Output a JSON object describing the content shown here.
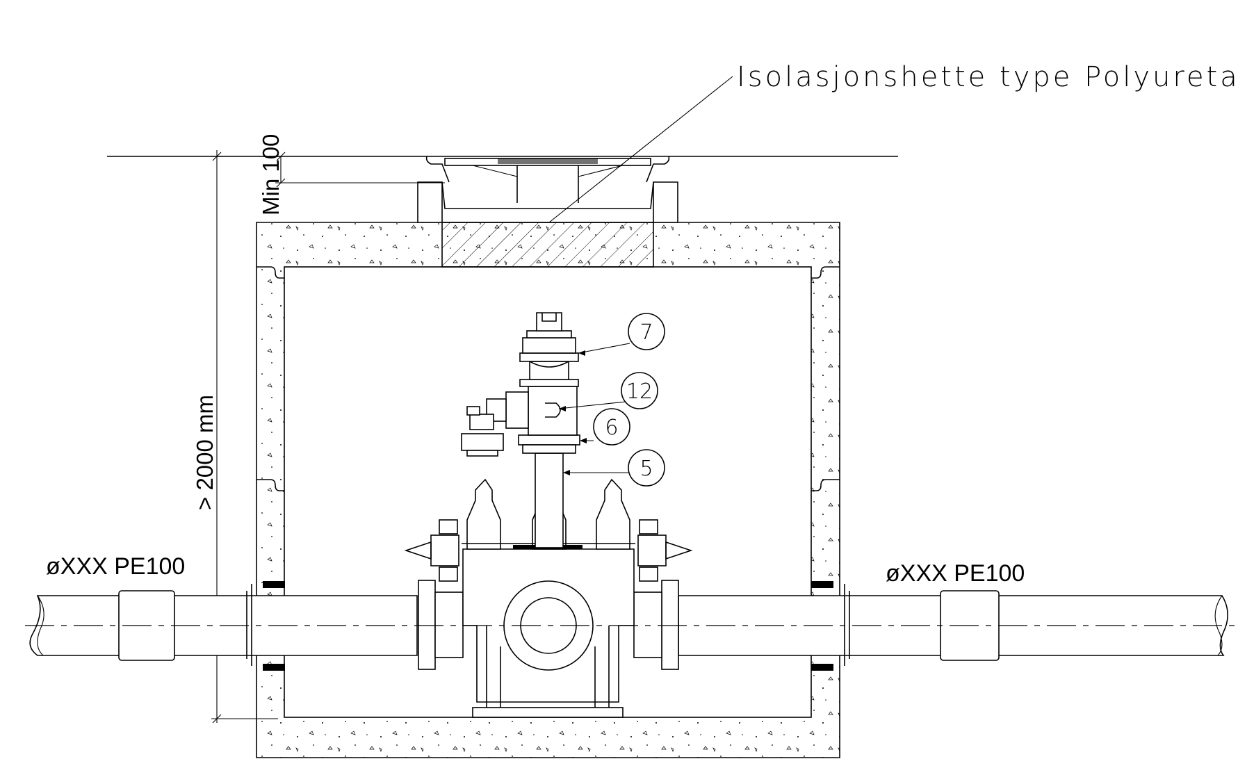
{
  "labels": {
    "insulation_cap": "Isolasjonshette type Polyuretan",
    "min_cover": "Min 100",
    "depth": "> 2000 mm",
    "pipe_left": "øXXX PE100",
    "pipe_right": "øXXX PE100"
  },
  "callouts": [
    "7",
    "12",
    "6",
    "5"
  ]
}
